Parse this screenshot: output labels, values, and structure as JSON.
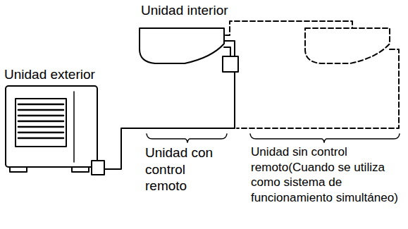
{
  "diagram": {
    "labels": [
      "Unidad interior",
      "Unidad exterior",
      "Unidad con control remoto",
      "Unidad sin control remoto(Cuando se utiliza como sistema de funcionamiento simultáneo)"
    ]
  }
}
